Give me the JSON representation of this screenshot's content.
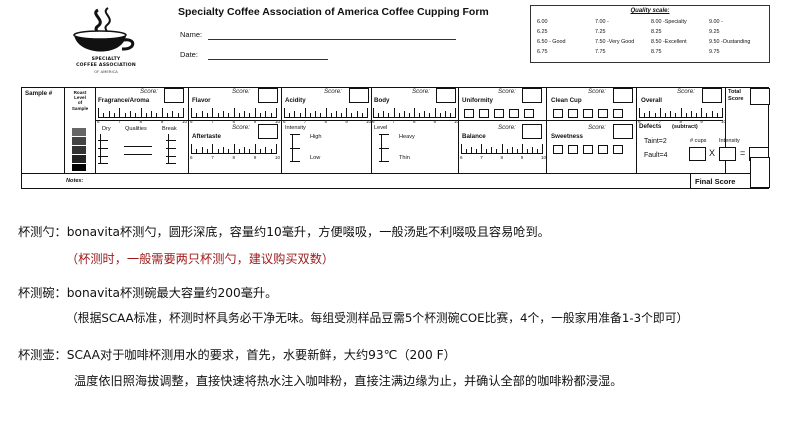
{
  "logo": {
    "line1": "SPECIALTY",
    "line2": "COFFEE ASSOCIATION",
    "line3": "OF AMERICA"
  },
  "form": {
    "title": "Specialty Coffee Association of America Coffee Cupping Form",
    "name_label": "Name:",
    "date_label": "Date:"
  },
  "quality_scale": {
    "title": "Quality scale:",
    "columns": [
      [
        "6.00",
        "6.25",
        "6.50 - Good",
        "6.75"
      ],
      [
        "7.00 -",
        "7.25",
        "7.50 -Very  Good",
        "7.75"
      ],
      [
        "8.00 -Specialty",
        "8.25",
        "8.50 -Excellent",
        "8.75"
      ],
      [
        "9.00 -",
        "9.25",
        "9.50 -Oustanding",
        "9.75"
      ]
    ]
  },
  "grid": {
    "sample": "Sample #",
    "roast_level": [
      "Roast",
      "Level",
      "of",
      "Sample"
    ],
    "score": "Score:",
    "fragrance": "Fragrance/Aroma",
    "dry": "Dry",
    "qualities": "Qualities",
    "break": "Break",
    "flavor": "Flavor",
    "aftertaste": "Aftertaste",
    "acidity": "Acidity",
    "intensity": "Intensity",
    "high": "High",
    "low": "Low",
    "body": "Body",
    "level": "Level",
    "heavy": "Heavy",
    "thin": "Thin",
    "uniformity": "Uniformity",
    "balance": "Balance",
    "clean_cup": "Clean Cup",
    "sweetness": "Sweetness",
    "overall": "Overall",
    "defects": "Defects",
    "subtract": "(subtract)",
    "taint": "Taint=2",
    "fault": "Fault=4",
    "cups": "# cups",
    "intensity2": "Intensity",
    "x_sign": "X",
    "eq_sign": "=",
    "total": "Total",
    "total_score": "Score",
    "notes": "Notes:",
    "final_score": "Final Score",
    "scale_numbers": [
      "6",
      "7",
      "8",
      "9",
      "10"
    ]
  },
  "paragraphs": [
    {
      "text": "杯测勺：bonavita杯测勺，圆形深底，容量约10毫升，方便啜吸，一般汤匙不利啜吸且容易呛到。",
      "note": "（杯测时，一般需要两只杯测勺，建议购买双数）"
    },
    {
      "text": "杯测碗：bonavita杯测碗最大容量约200毫升。",
      "note": "（根据SCAA标准，杯测时杯具务必干净无味。每组受测样品豆需5个杯测碗COE比赛，4个，一般家用准备1-3个即可）"
    },
    {
      "text": "杯测壶：SCAA对于咖啡杯测用水的要求，首先，水要新鲜，大约93℃（200 F）",
      "note": "温度依旧照海拔调整，直接快速将热水注入咖啡粉，直接注满边缘为止，并确认全部的咖啡粉都浸湿。"
    }
  ]
}
